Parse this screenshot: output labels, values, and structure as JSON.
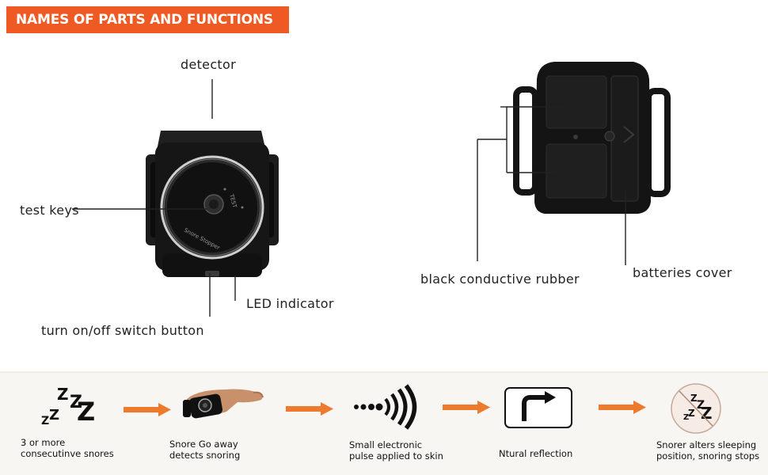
{
  "header": {
    "title": "NAMES OF PARTS AND FUNCTIONS"
  },
  "parts": {
    "detector": "detector",
    "test_keys": "test keys",
    "led_indicator": "LED indicator",
    "switch_button": "turn on/off switch button",
    "conductive_rubber": "black conductive rubber",
    "batteries_cover": "batteries cover"
  },
  "device_face": {
    "brand_text": "Snore Stopper",
    "test_text": "TEST"
  },
  "process": {
    "steps": [
      {
        "line1": "3 or more",
        "line2": "consecutinve snores",
        "icon": "zzz-icon"
      },
      {
        "line1": "Snore Go away",
        "line2": "detects snoring",
        "icon": "wrist-device-icon"
      },
      {
        "line1": "Small electronic",
        "line2": "pulse applied to skin",
        "icon": "pulse-signal-icon"
      },
      {
        "line1": "Ntural reflection",
        "line2": "",
        "icon": "turn-arrow-icon"
      },
      {
        "line1": "Snorer alters sleeping",
        "line2": "position, snoring stops",
        "icon": "no-snore-icon"
      }
    ]
  },
  "colors": {
    "accent": "#ef5a24",
    "arrow": "#ee7a2e",
    "device": "#161616"
  }
}
